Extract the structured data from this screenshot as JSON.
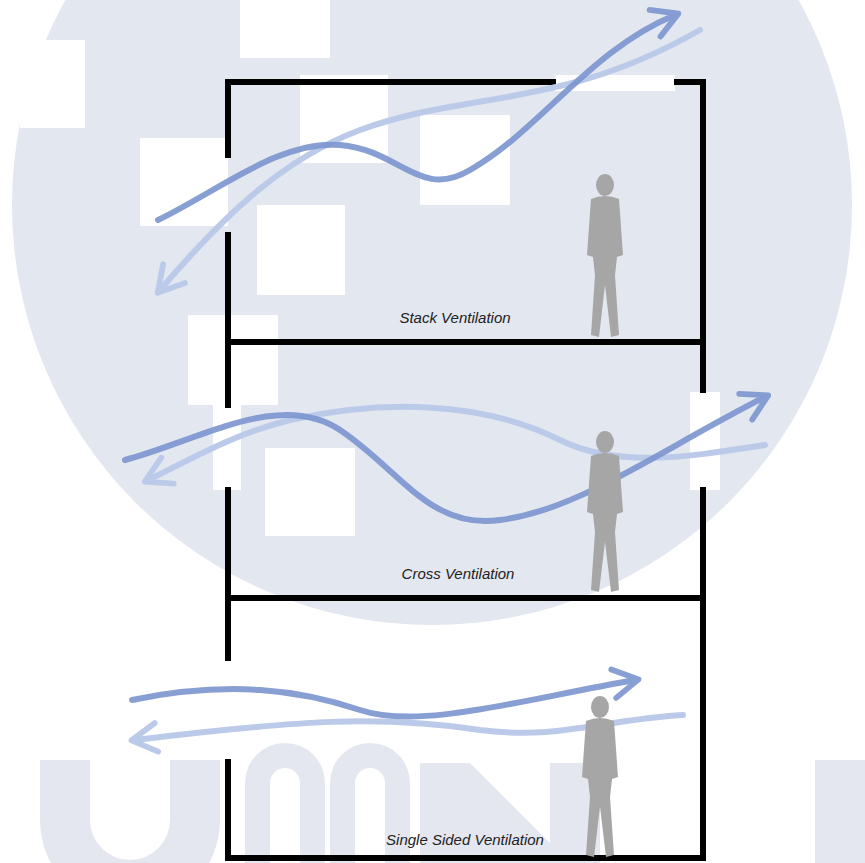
{
  "diagram": {
    "labels": [
      "Stack Ventilation",
      "Cross Ventilation",
      "Single Sided Ventilation"
    ]
  }
}
